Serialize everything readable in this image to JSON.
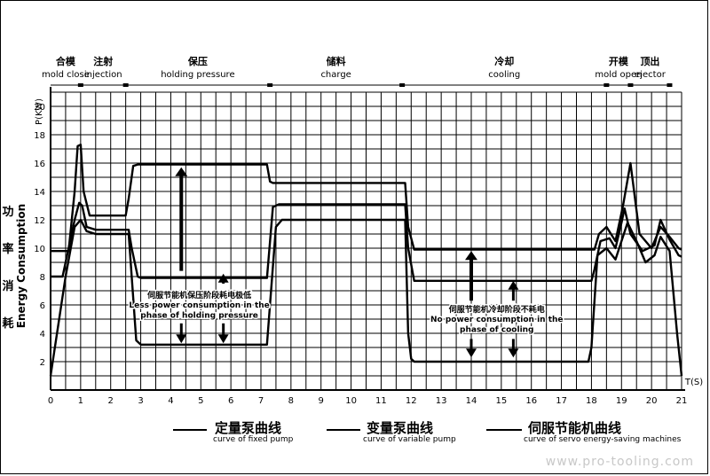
{
  "chart_data": {
    "type": "line",
    "title": "",
    "xlabel": "T(S)",
    "ylabel": "P(KW)",
    "ylabel_side_cn": "功率消耗",
    "ylabel_side_en": "Energy Consumption",
    "xlim": [
      0,
      21
    ],
    "ylim": [
      0,
      21
    ],
    "x_ticks": [
      0,
      1,
      2,
      3,
      4,
      5,
      6,
      7,
      8,
      9,
      10,
      11,
      12,
      13,
      14,
      15,
      16,
      17,
      18,
      19,
      20,
      21
    ],
    "y_ticks": [
      2,
      4,
      6,
      8,
      10,
      12,
      14,
      16,
      18,
      20
    ],
    "grid": true,
    "phases": [
      {
        "cn": "合模",
        "en": "mold close",
        "start": 0,
        "end": 1
      },
      {
        "cn": "注射",
        "en": "injection",
        "start": 1,
        "end": 2.5
      },
      {
        "cn": "保压",
        "en": "holding pressure",
        "start": 2.5,
        "end": 7.3
      },
      {
        "cn": "储料",
        "en": "charge",
        "start": 7.3,
        "end": 11.7
      },
      {
        "cn": "冷却",
        "en": "cooling",
        "start": 11.7,
        "end": 18.5
      },
      {
        "cn": "开模",
        "en": "mold open",
        "start": 18.5,
        "end": 19.3
      },
      {
        "cn": "顶出",
        "en": "ejector",
        "start": 19.3,
        "end": 20.6
      }
    ],
    "series": [
      {
        "name": "定量泵曲线",
        "name_en": "curve of fixed pump",
        "x": [
          0,
          0.6,
          0.8,
          0.9,
          1.0,
          1.1,
          1.3,
          2.5,
          2.6,
          2.75,
          2.9,
          7.2,
          7.3,
          7.4,
          11.8,
          11.9,
          12.1,
          18.1,
          18.25,
          18.5,
          18.8,
          19.05,
          19.3,
          19.6,
          20.0,
          20.3,
          20.6,
          20.9,
          21
        ],
        "y": [
          9.8,
          9.8,
          14,
          17.2,
          17.3,
          14,
          12.3,
          12.3,
          13.5,
          15.8,
          15.9,
          15.9,
          14.7,
          14.6,
          14.6,
          11.5,
          9.9,
          9.9,
          11,
          11.5,
          10.5,
          13,
          16,
          11,
          10,
          11.5,
          10.8,
          10,
          9.9
        ]
      },
      {
        "name": "变量泵曲线",
        "name_en": "curve of variable pump",
        "x": [
          0,
          0.4,
          0.8,
          0.95,
          1.05,
          1.2,
          1.5,
          2.6,
          2.7,
          2.9,
          3.0,
          7.2,
          7.4,
          7.6,
          11.8,
          11.9,
          12.1,
          18.0,
          18.1,
          18.3,
          18.6,
          18.8,
          19.0,
          19.1,
          19.3,
          19.7,
          20.1,
          20.3,
          20.6,
          20.9,
          21
        ],
        "y": [
          8,
          8,
          12,
          13.2,
          13,
          11.5,
          11.3,
          11.3,
          10,
          8,
          7.9,
          7.9,
          12.9,
          13.1,
          13.1,
          10,
          7.7,
          7.7,
          8.5,
          10.5,
          10.7,
          10,
          11.8,
          12.8,
          11,
          9.8,
          10.2,
          12,
          10.6,
          9.5,
          9.4
        ]
      },
      {
        "name": "伺服节能机曲线",
        "name_en": "curve of servo energy-saving machines",
        "x": [
          0,
          0.5,
          0.8,
          1.0,
          1.2,
          1.5,
          2.6,
          2.7,
          2.85,
          3.0,
          7.2,
          7.5,
          7.7,
          11.8,
          11.9,
          12.0,
          12.1,
          17.9,
          18.0,
          18.2,
          18.5,
          18.8,
          19.0,
          19.2,
          19.5,
          19.8,
          20.1,
          20.3,
          20.6,
          20.85,
          21
        ],
        "y": [
          1,
          8,
          11.5,
          12,
          11.2,
          11,
          11,
          8,
          3.5,
          3.2,
          3.2,
          11.5,
          12,
          12,
          4,
          2.2,
          2,
          2,
          3,
          9.5,
          10,
          9.2,
          10.5,
          11.8,
          10.5,
          9,
          9.5,
          10.8,
          9.8,
          4,
          1
        ]
      }
    ],
    "annotations": [
      {
        "text": "伺服节能机保压阶段耗电极低",
        "x": 4.95,
        "y": 6.5
      },
      {
        "text": "Less power consumption in the",
        "x": 4.95,
        "y": 5.8
      },
      {
        "text": "phase of holding pressure",
        "x": 4.95,
        "y": 5.1
      },
      {
        "text": "伺服节能机冷却阶段不耗电",
        "x": 14.85,
        "y": 5.5
      },
      {
        "text": "No power consumption in the",
        "x": 14.85,
        "y": 4.8
      },
      {
        "text": "phase of cooling",
        "x": 14.85,
        "y": 4.1
      }
    ],
    "arrows": [
      {
        "x": 4.35,
        "y1": 8.4,
        "y2": 15.7,
        "style": "up-thick"
      },
      {
        "x": 4.35,
        "y1": 3.3,
        "y2": 4.7,
        "style": "down"
      },
      {
        "x": 5.75,
        "y1": 7.5,
        "y2": 8.2,
        "style": "up"
      },
      {
        "x": 5.75,
        "y1": 3.3,
        "y2": 4.7,
        "style": "down"
      },
      {
        "x": 14.0,
        "y1": 6.3,
        "y2": 9.8,
        "style": "up-thick"
      },
      {
        "x": 14.0,
        "y1": 2.3,
        "y2": 3.6,
        "style": "down"
      },
      {
        "x": 15.4,
        "y1": 6.3,
        "y2": 7.7,
        "style": "up"
      },
      {
        "x": 15.4,
        "y1": 2.3,
        "y2": 3.6,
        "style": "down"
      }
    ]
  },
  "watermark": "www.pro-tooling.com"
}
